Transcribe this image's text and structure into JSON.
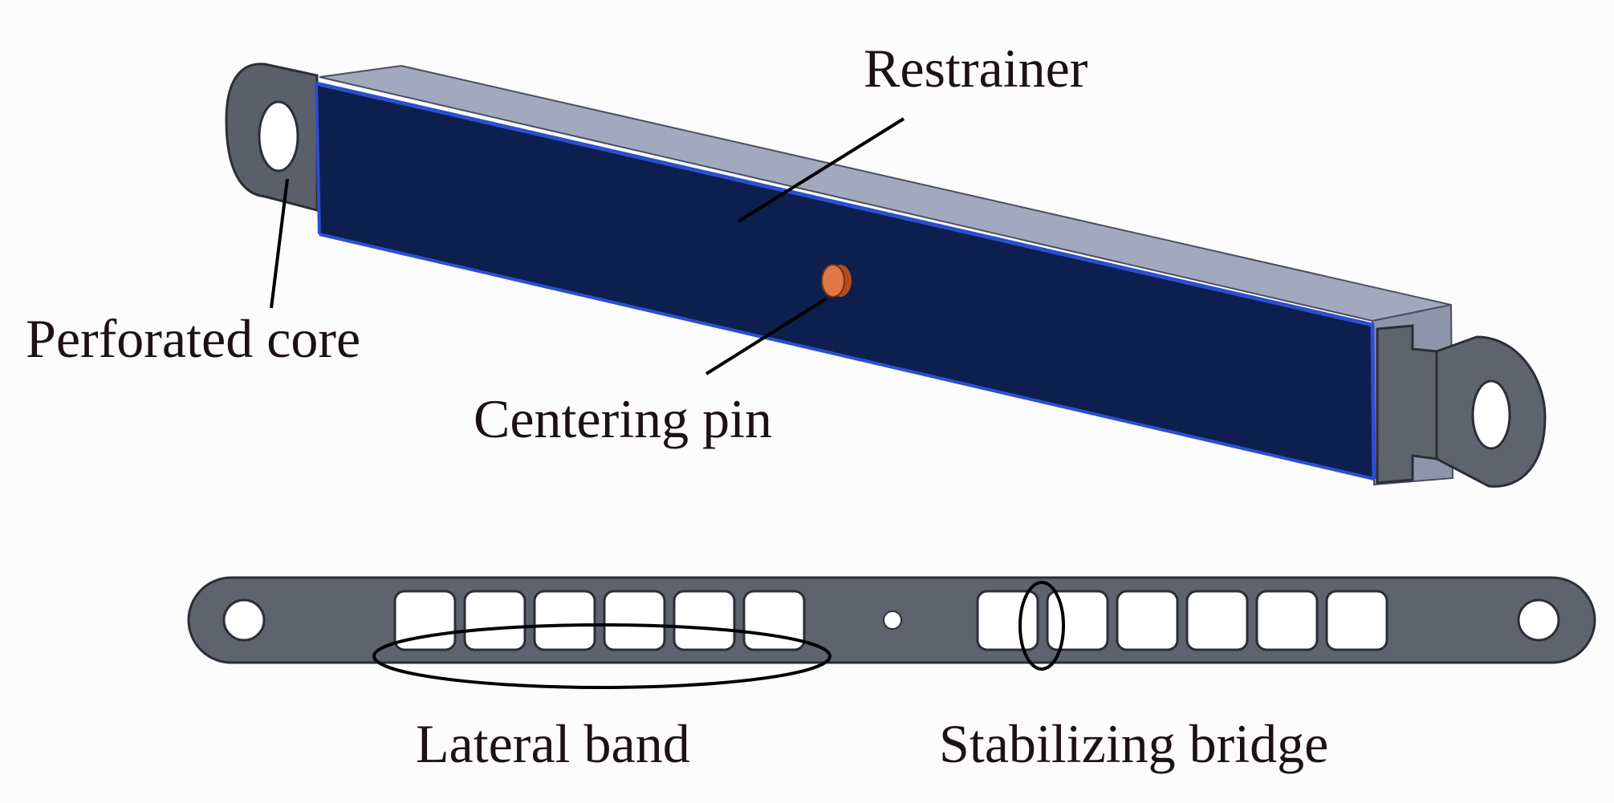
{
  "labels": {
    "restrainer": "Restrainer",
    "perforated_core": "Perforated core",
    "centering_pin": "Centering pin",
    "lateral_band": "Lateral band",
    "stabilizing_bridge": "Stabilizing bridge"
  },
  "colors": {
    "background": "#fcfcfc",
    "restrainer_face": "#0c1f4e",
    "restrainer_edge": "#2c4fd0",
    "restrainer_top": "#a2a9bf",
    "steel": "#5f636d",
    "pin": "#c9622f",
    "annotation": "#000000"
  }
}
